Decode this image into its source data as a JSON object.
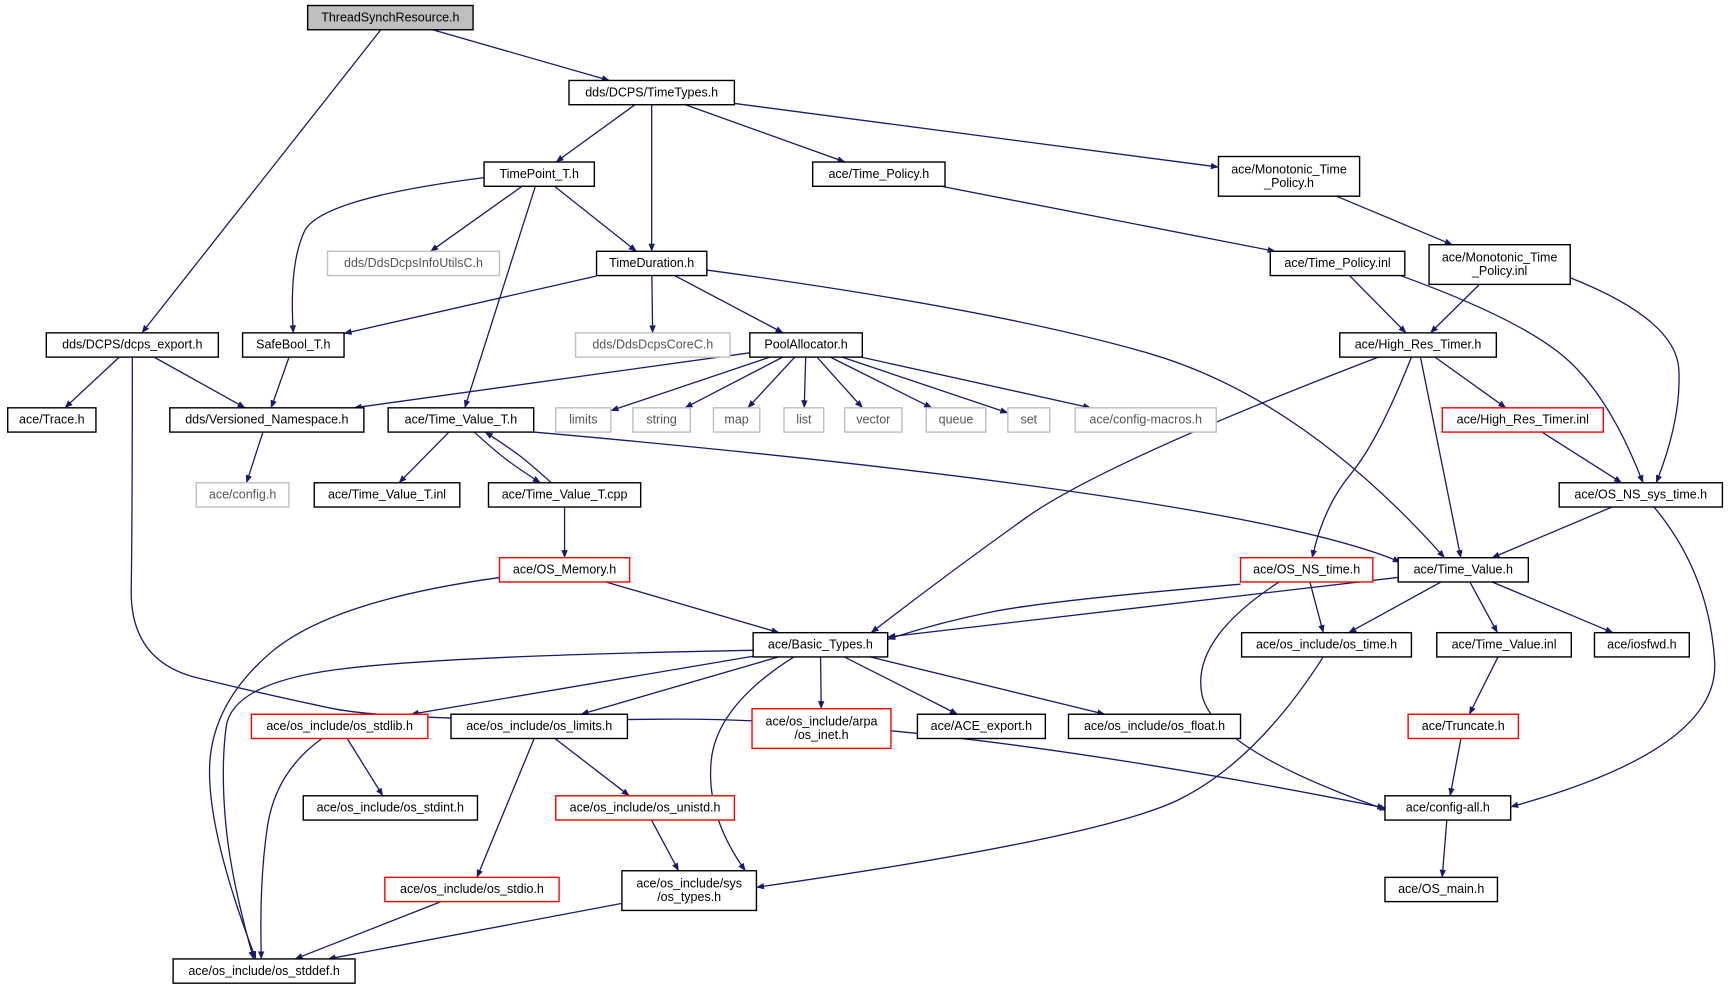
{
  "colors": {
    "edge": "#191970",
    "node_border_default": "#000000",
    "node_border_incomplete": "#ff0000",
    "node_border_external": "#bfbfbf",
    "node_fill_root": "#bfbfbf",
    "node_fill": "#ffffff"
  },
  "nodes": {
    "threadsynch": {
      "lines": [
        "ThreadSynchResource.h"
      ],
      "style": "root"
    },
    "timetypes": {
      "lines": [
        "dds/DCPS/TimeTypes.h"
      ],
      "style": "normal"
    },
    "dcps_export": {
      "lines": [
        "dds/DCPS/dcps_export.h"
      ],
      "style": "normal"
    },
    "trace": {
      "lines": [
        "ace/Trace.h"
      ],
      "style": "normal"
    },
    "versioned_ns": {
      "lines": [
        "dds/Versioned_Namespace.h"
      ],
      "style": "normal"
    },
    "config_h": {
      "lines": [
        "ace/config.h"
      ],
      "style": "external"
    },
    "timepoint": {
      "lines": [
        "TimePoint_T.h"
      ],
      "style": "normal"
    },
    "safebool": {
      "lines": [
        "SafeBool_T.h"
      ],
      "style": "normal"
    },
    "infoutils": {
      "lines": [
        "dds/DdsDcpsInfoUtilsC.h"
      ],
      "style": "external"
    },
    "timeduration": {
      "lines": [
        "TimeDuration.h"
      ],
      "style": "normal"
    },
    "corec": {
      "lines": [
        "dds/DdsDcpsCoreC.h"
      ],
      "style": "external"
    },
    "poolalloc": {
      "lines": [
        "PoolAllocator.h"
      ],
      "style": "normal"
    },
    "limits": {
      "lines": [
        "limits"
      ],
      "style": "external"
    },
    "string": {
      "lines": [
        "string"
      ],
      "style": "external"
    },
    "map": {
      "lines": [
        "map"
      ],
      "style": "external"
    },
    "list": {
      "lines": [
        "list"
      ],
      "style": "external"
    },
    "vector": {
      "lines": [
        "vector"
      ],
      "style": "external"
    },
    "queue": {
      "lines": [
        "queue"
      ],
      "style": "external"
    },
    "set": {
      "lines": [
        "set"
      ],
      "style": "external"
    },
    "configmacros": {
      "lines": [
        "ace/config-macros.h"
      ],
      "style": "external"
    },
    "timevalue_t": {
      "lines": [
        "ace/Time_Value_T.h"
      ],
      "style": "normal"
    },
    "timevalue_t_inl": {
      "lines": [
        "ace/Time_Value_T.inl"
      ],
      "style": "normal"
    },
    "timevalue_t_cpp": {
      "lines": [
        "ace/Time_Value_T.cpp"
      ],
      "style": "normal"
    },
    "os_memory": {
      "lines": [
        "ace/OS_Memory.h"
      ],
      "style": "incomplete"
    },
    "time_policy": {
      "lines": [
        "ace/Time_Policy.h"
      ],
      "style": "normal"
    },
    "time_policy_inl": {
      "lines": [
        "ace/Time_Policy.inl"
      ],
      "style": "normal"
    },
    "mono_h": {
      "lines": [
        "ace/Monotonic_Time",
        "_Policy.h"
      ],
      "style": "normal"
    },
    "mono_inl": {
      "lines": [
        "ace/Monotonic_Time",
        "_Policy.inl"
      ],
      "style": "normal"
    },
    "highres": {
      "lines": [
        "ace/High_Res_Timer.h"
      ],
      "style": "normal"
    },
    "highres_inl": {
      "lines": [
        "ace/High_Res_Timer.inl"
      ],
      "style": "incomplete"
    },
    "os_ns_sys_time": {
      "lines": [
        "ace/OS_NS_sys_time.h"
      ],
      "style": "normal"
    },
    "os_ns_time": {
      "lines": [
        "ace/OS_NS_time.h"
      ],
      "style": "incomplete"
    },
    "time_value": {
      "lines": [
        "ace/Time_Value.h"
      ],
      "style": "normal"
    },
    "basic_types": {
      "lines": [
        "ace/Basic_Types.h"
      ],
      "style": "normal"
    },
    "os_time": {
      "lines": [
        "ace/os_include/os_time.h"
      ],
      "style": "normal"
    },
    "time_value_inl": {
      "lines": [
        "ace/Time_Value.inl"
      ],
      "style": "normal"
    },
    "iosfwd": {
      "lines": [
        "ace/iosfwd.h"
      ],
      "style": "normal"
    },
    "truncate": {
      "lines": [
        "ace/Truncate.h"
      ],
      "style": "incomplete"
    },
    "config_all": {
      "lines": [
        "ace/config-all.h"
      ],
      "style": "normal"
    },
    "os_main": {
      "lines": [
        "ace/OS_main.h"
      ],
      "style": "normal"
    },
    "os_stdlib": {
      "lines": [
        "ace/os_include/os_stdlib.h"
      ],
      "style": "incomplete"
    },
    "os_limits": {
      "lines": [
        "ace/os_include/os_limits.h"
      ],
      "style": "normal"
    },
    "arpa": {
      "lines": [
        "ace/os_include/arpa",
        "/os_inet.h"
      ],
      "style": "incomplete"
    },
    "ace_export": {
      "lines": [
        "ace/ACE_export.h"
      ],
      "style": "normal"
    },
    "os_float": {
      "lines": [
        "ace/os_include/os_float.h"
      ],
      "style": "normal"
    },
    "os_stdint": {
      "lines": [
        "ace/os_include/os_stdint.h"
      ],
      "style": "normal"
    },
    "os_unistd": {
      "lines": [
        "ace/os_include/os_unistd.h"
      ],
      "style": "incomplete"
    },
    "os_stdio": {
      "lines": [
        "ace/os_include/os_stdio.h"
      ],
      "style": "incomplete"
    },
    "sys_types": {
      "lines": [
        "ace/os_include/sys",
        "/os_types.h"
      ],
      "style": "normal"
    },
    "os_stddef": {
      "lines": [
        "ace/os_include/os_stddef.h"
      ],
      "style": "normal"
    }
  },
  "edges": [
    [
      "threadsynch",
      "timetypes"
    ],
    [
      "threadsynch",
      "dcps_export"
    ],
    [
      "timetypes",
      "timepoint"
    ],
    [
      "timetypes",
      "timeduration"
    ],
    [
      "timetypes",
      "time_policy"
    ],
    [
      "timetypes",
      "mono_h"
    ],
    [
      "timepoint",
      "safebool"
    ],
    [
      "timepoint",
      "infoutils"
    ],
    [
      "timepoint",
      "timeduration"
    ],
    [
      "timepoint",
      "timevalue_t"
    ],
    [
      "timeduration",
      "safebool"
    ],
    [
      "timeduration",
      "corec"
    ],
    [
      "timeduration",
      "poolalloc"
    ],
    [
      "timeduration",
      "time_value"
    ],
    [
      "poolalloc",
      "versioned_ns"
    ],
    [
      "poolalloc",
      "limits"
    ],
    [
      "poolalloc",
      "string"
    ],
    [
      "poolalloc",
      "map"
    ],
    [
      "poolalloc",
      "list"
    ],
    [
      "poolalloc",
      "vector"
    ],
    [
      "poolalloc",
      "queue"
    ],
    [
      "poolalloc",
      "set"
    ],
    [
      "poolalloc",
      "configmacros"
    ],
    [
      "safebool",
      "versioned_ns"
    ],
    [
      "dcps_export",
      "trace"
    ],
    [
      "dcps_export",
      "versioned_ns"
    ],
    [
      "dcps_export",
      "config_all"
    ],
    [
      "versioned_ns",
      "config_h"
    ],
    [
      "timevalue_t",
      "timevalue_t_inl"
    ],
    [
      "timevalue_t",
      "timevalue_t_cpp"
    ],
    [
      "timevalue_t_cpp",
      "timevalue_t"
    ],
    [
      "timevalue_t",
      "time_value"
    ],
    [
      "timevalue_t_cpp",
      "os_memory"
    ],
    [
      "os_memory",
      "basic_types"
    ],
    [
      "os_memory",
      "os_stddef"
    ],
    [
      "time_policy",
      "time_policy_inl"
    ],
    [
      "mono_h",
      "mono_inl"
    ],
    [
      "time_policy_inl",
      "highres"
    ],
    [
      "time_policy_inl",
      "os_ns_sys_time"
    ],
    [
      "mono_inl",
      "highres"
    ],
    [
      "mono_inl",
      "os_ns_sys_time"
    ],
    [
      "highres",
      "highres_inl"
    ],
    [
      "highres",
      "time_value"
    ],
    [
      "highres",
      "os_ns_time"
    ],
    [
      "highres",
      "basic_types"
    ],
    [
      "highres_inl",
      "os_ns_sys_time"
    ],
    [
      "os_ns_sys_time",
      "time_value"
    ],
    [
      "os_ns_sys_time",
      "config_all"
    ],
    [
      "os_ns_time",
      "basic_types"
    ],
    [
      "os_ns_time",
      "os_time"
    ],
    [
      "os_ns_time",
      "config_all"
    ],
    [
      "time_value",
      "basic_types"
    ],
    [
      "time_value",
      "os_time"
    ],
    [
      "time_value",
      "time_value_inl"
    ],
    [
      "time_value",
      "iosfwd"
    ],
    [
      "time_value_inl",
      "truncate"
    ],
    [
      "truncate",
      "config_all"
    ],
    [
      "os_time",
      "sys_types"
    ],
    [
      "config_all",
      "os_main"
    ],
    [
      "basic_types",
      "os_stdlib"
    ],
    [
      "basic_types",
      "os_limits"
    ],
    [
      "basic_types",
      "arpa"
    ],
    [
      "basic_types",
      "ace_export"
    ],
    [
      "basic_types",
      "os_float"
    ],
    [
      "basic_types",
      "sys_types"
    ],
    [
      "basic_types",
      "os_stddef"
    ],
    [
      "os_stdlib",
      "os_stdint"
    ],
    [
      "os_stdlib",
      "os_stddef"
    ],
    [
      "os_limits",
      "os_unistd"
    ],
    [
      "os_limits",
      "os_stdio"
    ],
    [
      "os_unistd",
      "sys_types"
    ],
    [
      "os_stdio",
      "os_stddef"
    ],
    [
      "sys_types",
      "os_stddef"
    ]
  ]
}
